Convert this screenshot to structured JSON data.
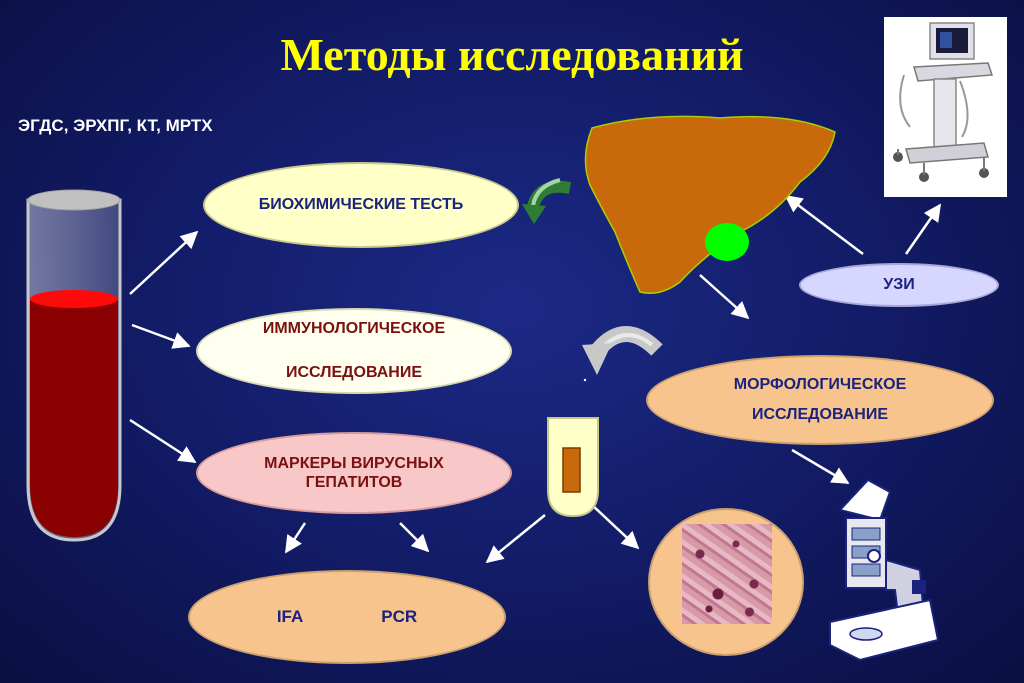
{
  "title": "Методы исследований",
  "subtitle": "ЭГДС, ЭРХПГ, КТ, МРТХ",
  "ellipses": {
    "biochem": "БИОХИМИЧЕСКИЕ ТЕСТЬ",
    "immuno_line1": "ИММУНОЛОГИЧЕСКОЕ",
    "immuno_line2": "ИССЛЕДОВАНИЕ",
    "markers_line1": "МАРКЕРЫ ВИРУСНЫХ",
    "markers_line2": "ГЕПАТИТОВ",
    "ifa": "IFA",
    "pcr": "PCR",
    "uzi": "УЗИ",
    "morph_line1": "МОРФОЛОГИЧЕСКОЕ",
    "morph_line2": "ИССЛЕДОВАНИЕ"
  },
  "colors": {
    "title": "#ffff00",
    "blood": "#8b0000",
    "liver": "#c8690c",
    "gallbladder": "#00ff00",
    "background": "#131d6a"
  },
  "icons": [
    "test-tube-icon",
    "liver-icon",
    "gallbladder-icon",
    "ultrasound-machine-icon",
    "microscope-icon",
    "biopsy-tube-icon",
    "histology-image-icon",
    "curved-arrow-icon"
  ]
}
